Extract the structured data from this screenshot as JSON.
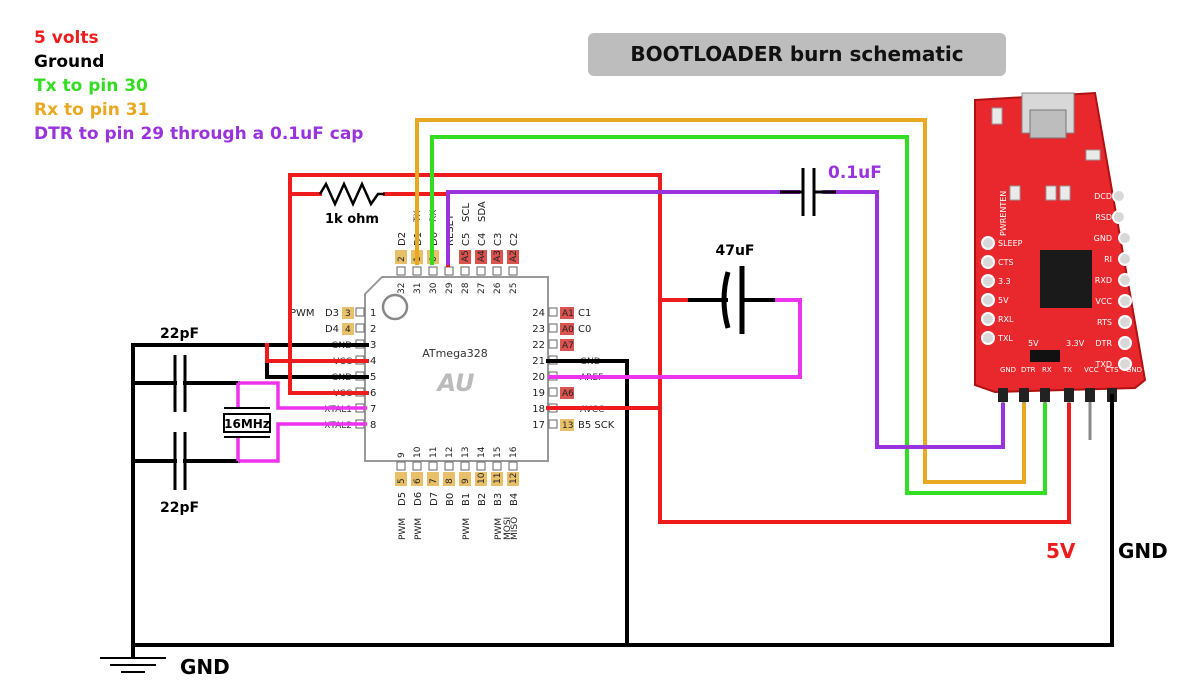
{
  "title": "BOOTLOADER burn schematic",
  "legend": [
    {
      "text": "5 volts",
      "color": "#ee1c1c"
    },
    {
      "text": "Ground",
      "color": "#000000"
    },
    {
      "text": "Tx to pin 30",
      "color": "#33dd22"
    },
    {
      "text": "Rx to pin 31",
      "color": "#e8a81f"
    },
    {
      "text": "DTR to pin 29 through a 0.1uF cap",
      "color": "#9933dd"
    }
  ],
  "wire_colors": {
    "vcc": "#ee1c1c",
    "gnd": "#000000",
    "tx": "#33dd22",
    "rx": "#e8a81f",
    "dtr": "#9933dd",
    "xtal": "#ee33ee"
  },
  "components": {
    "resistor": "1k ohm",
    "cap_dtr": "0.1uF",
    "cap_bulk": "47uF",
    "cap_top": "22pF",
    "cap_bottom": "22pF",
    "crystal": "16MHz"
  },
  "chip": {
    "name": "ATmega328",
    "package": "AU",
    "left_pins": [
      {
        "num": "1",
        "name": "D3",
        "tag": "3",
        "extra": "PWM"
      },
      {
        "num": "2",
        "name": "D4",
        "tag": "4",
        "extra": ""
      },
      {
        "num": "3",
        "name": "GND",
        "tag": "",
        "extra": ""
      },
      {
        "num": "4",
        "name": "VCC",
        "tag": "",
        "extra": ""
      },
      {
        "num": "5",
        "name": "GND",
        "tag": "",
        "extra": ""
      },
      {
        "num": "6",
        "name": "VCC",
        "tag": "",
        "extra": ""
      },
      {
        "num": "7",
        "name": "XTAL1",
        "tag": "",
        "extra": ""
      },
      {
        "num": "8",
        "name": "XTAL2",
        "tag": "",
        "extra": ""
      }
    ],
    "right_pins": [
      {
        "num": "24",
        "name": "C1",
        "tag": "A1"
      },
      {
        "num": "23",
        "name": "C0",
        "tag": "A0"
      },
      {
        "num": "22",
        "name": "",
        "tag": "A7"
      },
      {
        "num": "21",
        "name": "GND",
        "tag": ""
      },
      {
        "num": "20",
        "name": "AREF",
        "tag": ""
      },
      {
        "num": "19",
        "name": "",
        "tag": "A6"
      },
      {
        "num": "18",
        "name": "AVCC",
        "tag": ""
      },
      {
        "num": "17",
        "name": "B5 SCK",
        "tag": "13"
      }
    ],
    "top_pins": [
      {
        "num": "32",
        "name": "D2",
        "tag": "2"
      },
      {
        "num": "31",
        "name": "D1",
        "tag": "1"
      },
      {
        "num": "30",
        "name": "D0",
        "tag": "0"
      },
      {
        "num": "29",
        "name": "RESET",
        "tag": ""
      },
      {
        "num": "28",
        "name": "C5",
        "tag": "A5"
      },
      {
        "num": "27",
        "name": "C4",
        "tag": "A4"
      },
      {
        "num": "26",
        "name": "C3",
        "tag": "A3"
      },
      {
        "num": "25",
        "name": "C2",
        "tag": "A2"
      }
    ],
    "top_extra": [
      "SCL",
      "SDA"
    ],
    "top_extra_small": [
      "TX",
      "RX"
    ],
    "bottom_pins": [
      {
        "num": "9",
        "name": "D5",
        "tag": "5",
        "extra": "PWM"
      },
      {
        "num": "10",
        "name": "D6",
        "tag": "6",
        "extra": "PWM"
      },
      {
        "num": "11",
        "name": "D7",
        "tag": "7",
        "extra": ""
      },
      {
        "num": "12",
        "name": "B0",
        "tag": "8",
        "extra": ""
      },
      {
        "num": "13",
        "name": "B1",
        "tag": "9",
        "extra": "PWM"
      },
      {
        "num": "14",
        "name": "B2",
        "tag": "10",
        "extra": ""
      },
      {
        "num": "15",
        "name": "B3",
        "tag": "11",
        "extra": "PWM MOSI"
      },
      {
        "num": "16",
        "name": "B4",
        "tag": "12",
        "extra": "MISO"
      }
    ]
  },
  "ftdi": {
    "left_labels": [
      "PWRENTEN",
      "SLEEP",
      "CTS",
      "3.3",
      "5V",
      "RXL",
      "TXL"
    ],
    "right_labels": [
      "DCD",
      "RSD",
      "GND",
      "RI",
      "RXD",
      "VCC",
      "RTS",
      "DTR",
      "TXD"
    ],
    "bottom_labels": [
      "GND",
      "DTR",
      "RX",
      "TX",
      "VCC",
      "CTS",
      "GND"
    ],
    "mid_labels": [
      "5V",
      "3.3V"
    ]
  },
  "labels": {
    "gnd_bottom": "GND",
    "gnd_right": "GND",
    "five_v": "5V"
  }
}
